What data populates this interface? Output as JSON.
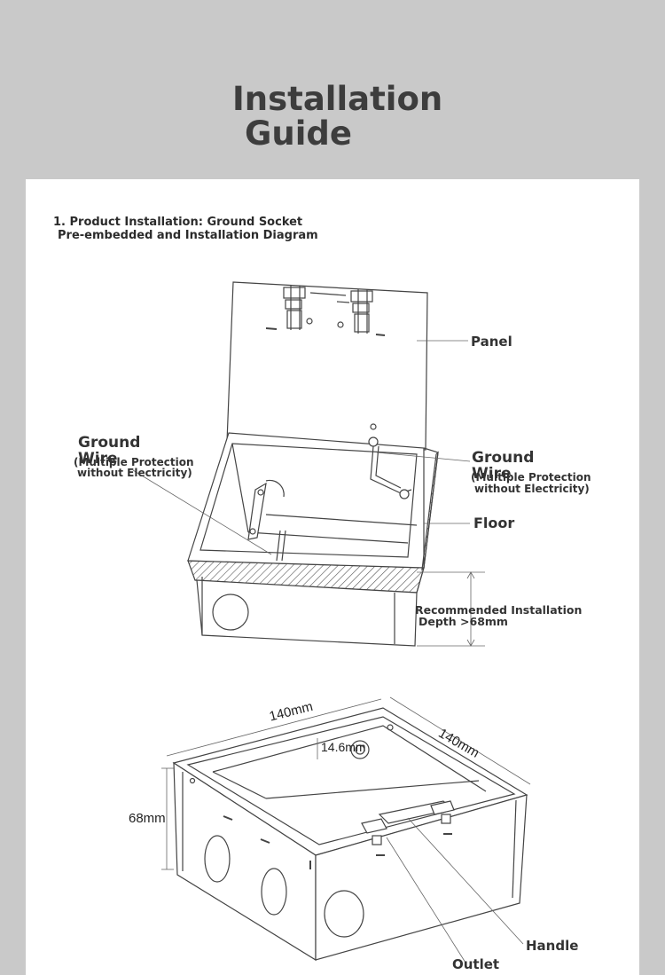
{
  "title": {
    "line1": "Installation",
    "line2": "Guide"
  },
  "section": {
    "line1": "1. Product Installation: Ground Socket",
    "line2": "Pre-embedded and Installation Diagram"
  },
  "labels": {
    "panel": "Panel",
    "ground_left_title": "Ground Wire",
    "ground_left_sub1": "(Multiple Protection",
    "ground_left_sub2": "without Electricity)",
    "ground_right_title": "Ground Wire",
    "ground_right_sub1": "(Multiple Protection",
    "ground_right_sub2": "without Electricity)",
    "floor": "Floor",
    "depth_line1": "Recommended Installation",
    "depth_line2": "Depth >68mm",
    "handle": "Handle",
    "outlet": "Outlet"
  },
  "dimensions": {
    "width": "140mm",
    "length": "140mm",
    "inner": "14.6mm",
    "height": "68mm"
  }
}
